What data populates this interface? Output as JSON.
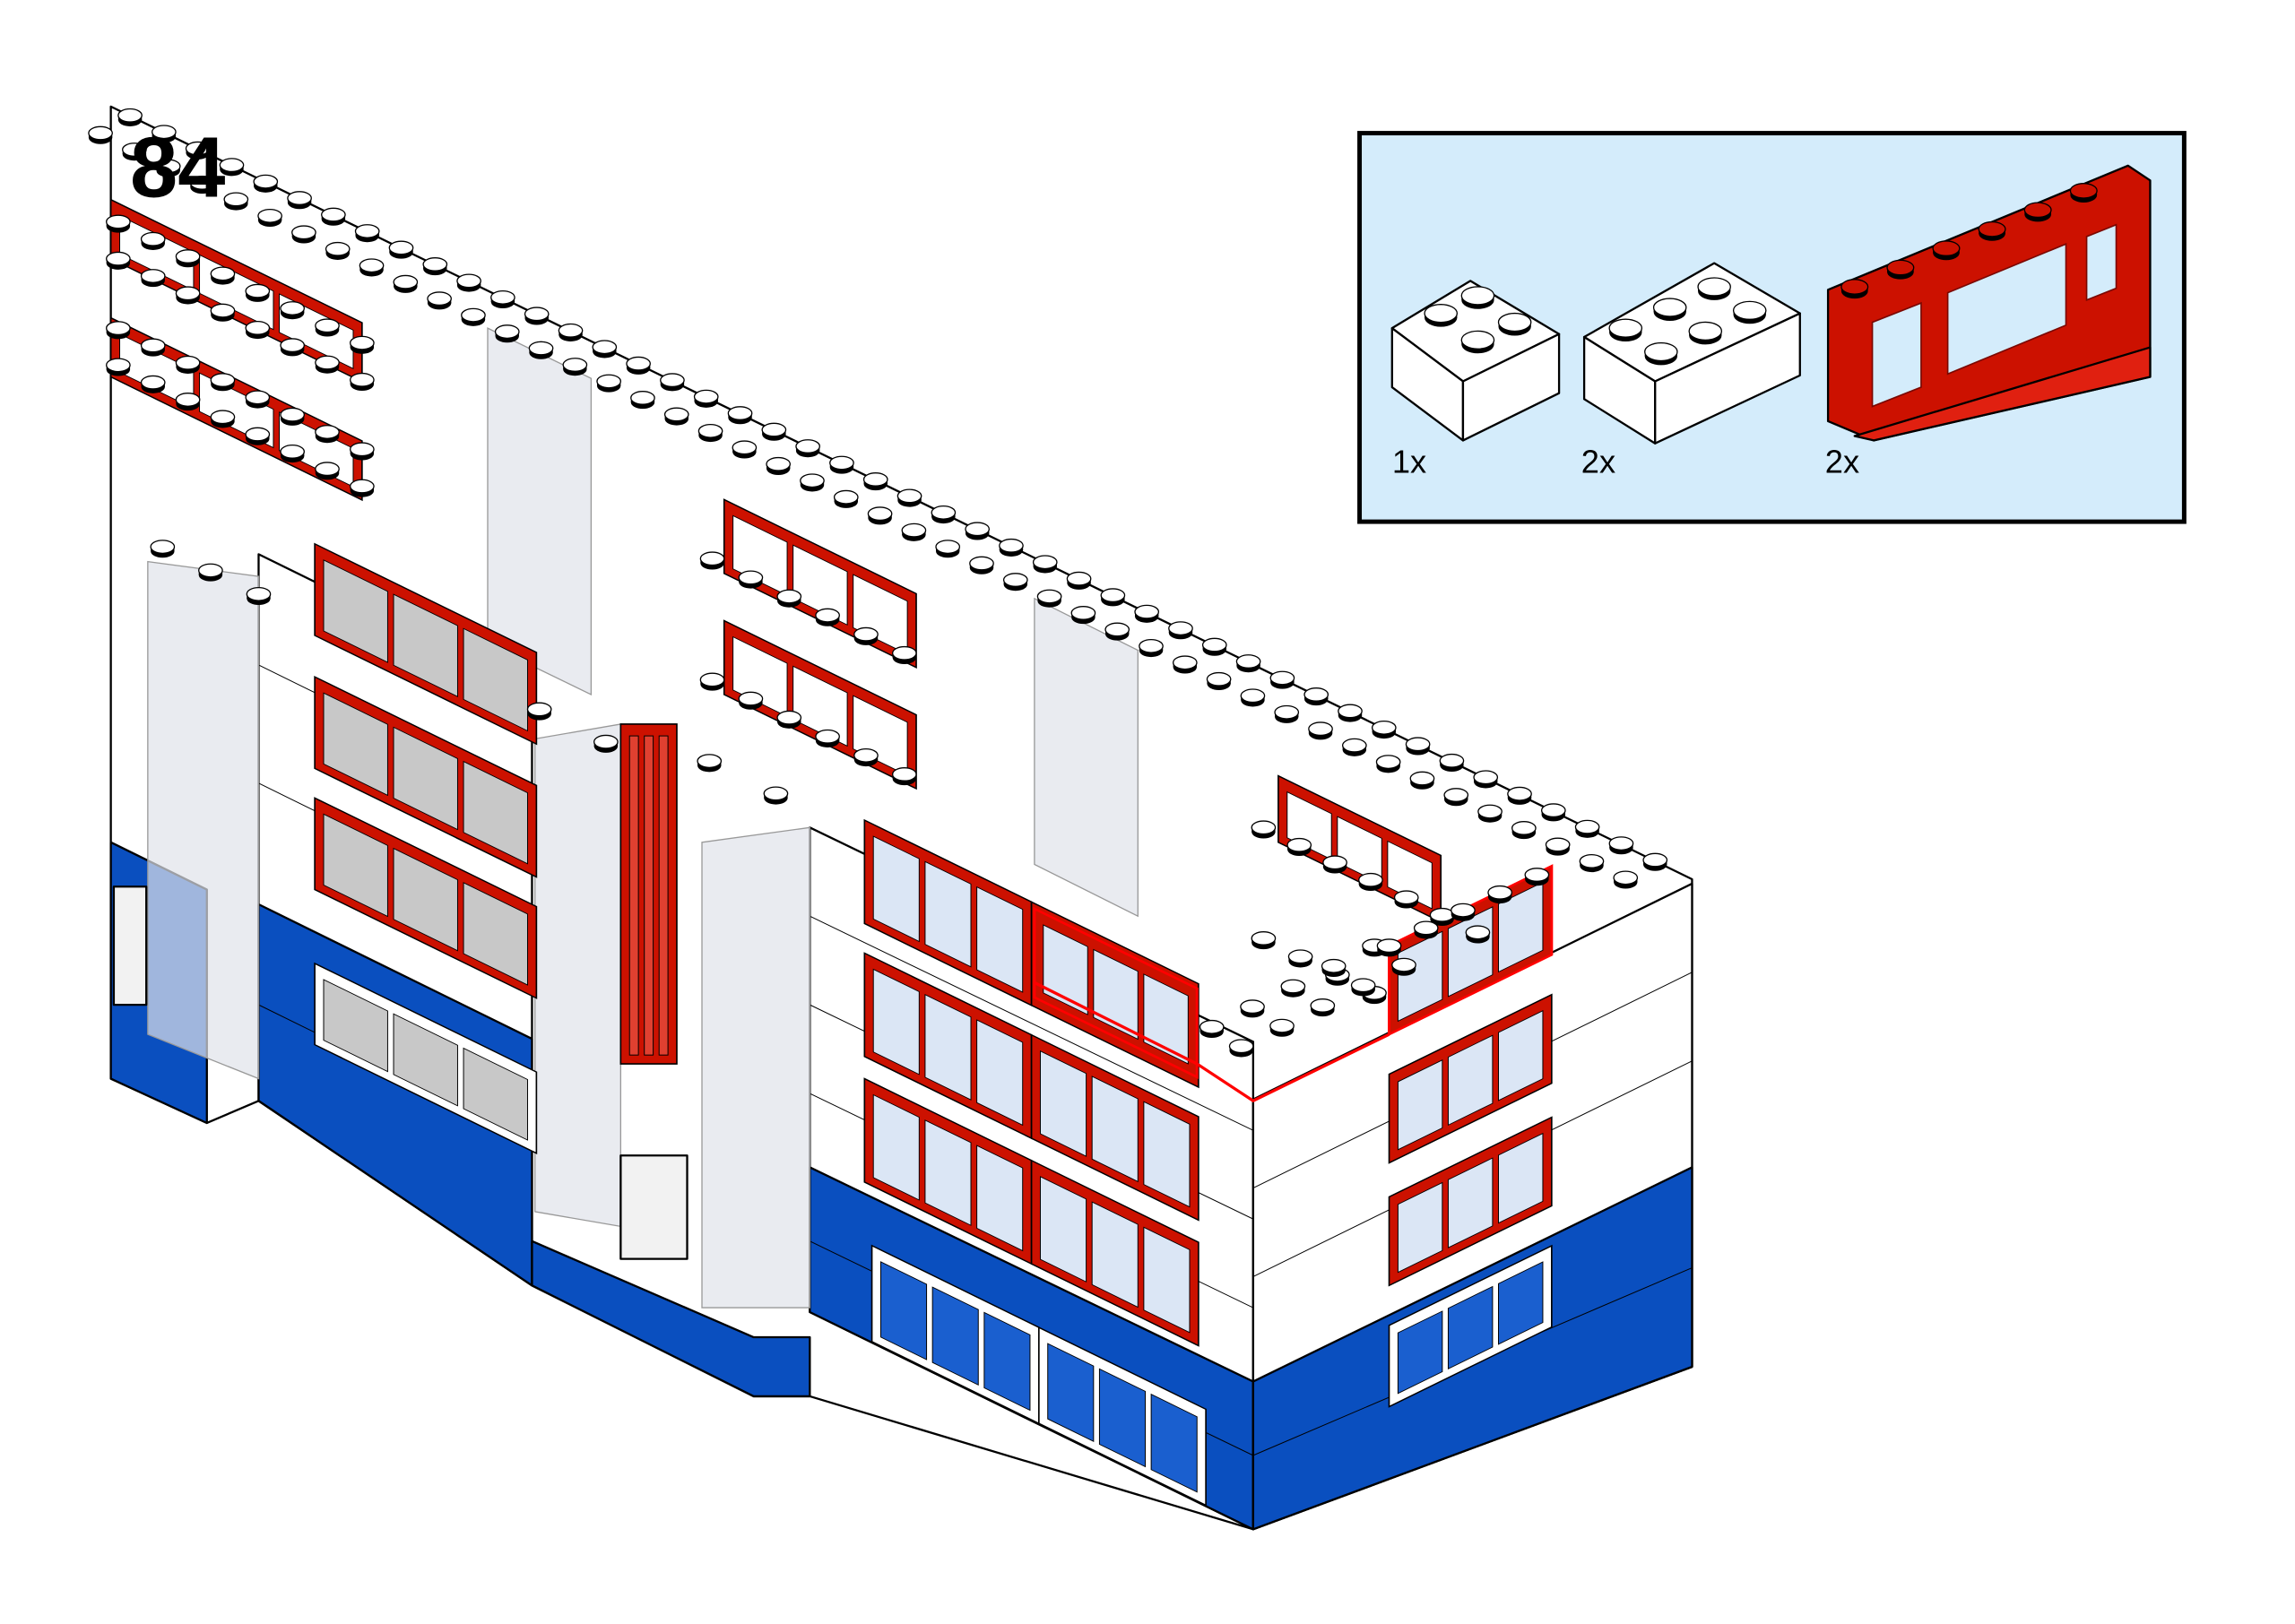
{
  "step": {
    "number": "84"
  },
  "parts_callout": {
    "background": "#d4ecfb",
    "parts": [
      {
        "quantity": "1x",
        "icon": "brick-2x2-icon",
        "color": "#ffffff"
      },
      {
        "quantity": "2x",
        "icon": "brick-2x3-icon",
        "color": "#ffffff"
      },
      {
        "quantity": "2x",
        "icon": "window-1x6x2-icon",
        "color": "#cc1100"
      }
    ]
  },
  "model": {
    "colors": {
      "wall": "#ffffff",
      "base": "#0a4fbf",
      "window": "#cc1100",
      "glass": "#c8c8c8",
      "transparent": "#dfe3ea",
      "highlight": "#ff0000"
    }
  }
}
